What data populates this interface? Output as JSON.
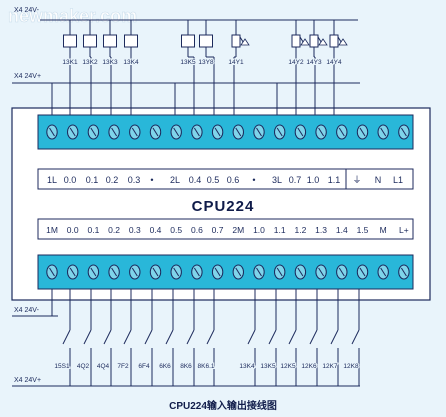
{
  "watermark": "newmaker.com",
  "rails": {
    "top_24v": "X4 24V-",
    "top_24v_plus": "X4 24V+",
    "bottom_24v_minus": "X4  24V-",
    "bottom_24v_plus": "X4  24V+"
  },
  "output_loads": [
    {
      "label": "13K1",
      "kind": "relay"
    },
    {
      "label": "13K2",
      "kind": "relay"
    },
    {
      "label": "13K3",
      "kind": "relay"
    },
    {
      "label": "13K4",
      "kind": "relay"
    },
    {
      "label": "13K5",
      "kind": "relay"
    },
    {
      "label": "13Y8",
      "kind": "relay"
    },
    {
      "label": "14Y1",
      "kind": "valve"
    },
    {
      "label": "14Y2",
      "kind": "valve"
    },
    {
      "label": "14Y3",
      "kind": "valve"
    },
    {
      "label": "14Y4",
      "kind": "valve"
    }
  ],
  "output_row": [
    "1L",
    "0.0",
    "0.1",
    "0.2",
    "0.3",
    "•",
    "2L",
    "0.4",
    "0.5",
    "0.6",
    "•",
    "3L",
    "0.7",
    "1.0",
    "1.1"
  ],
  "power_row": [
    "⏚",
    "N",
    "L1"
  ],
  "model": "CPU224",
  "input_row": [
    "1M",
    "0.0",
    "0.1",
    "0.2",
    "0.3",
    "0.4",
    "0.5",
    "0.6",
    "0.7",
    "2M",
    "1.0",
    "1.1",
    "1.2",
    "1.3",
    "1.4",
    "1.5",
    "M",
    "L+"
  ],
  "input_switches": [
    "15S1",
    "4Q2",
    "4Q4",
    "7F2",
    "6F4",
    "6K6",
    "8K6",
    "8K6.1",
    "13K4",
    "13K5",
    "12K5",
    "12K6",
    "12K7",
    "12K8"
  ],
  "caption": "CPU224输入输出接线图"
}
